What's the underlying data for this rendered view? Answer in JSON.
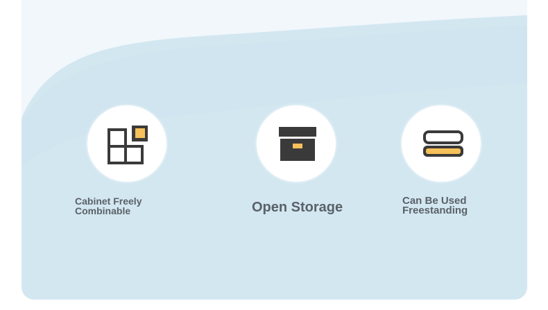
{
  "features": [
    {
      "icon": "modular-blocks-icon",
      "label_lines": [
        "Cabinet Freely",
        "Combinable"
      ]
    },
    {
      "icon": "storage-box-icon",
      "label": "Open Storage"
    },
    {
      "icon": "stacked-drawer-icon",
      "label_lines": [
        "Can Be Used",
        "Freestanding"
      ]
    }
  ],
  "colors": {
    "panel_blue": "#d3e7f1",
    "icon_dark": "#3a3a3a",
    "icon_accent": "#f6c05a",
    "text": "#5a6168"
  }
}
